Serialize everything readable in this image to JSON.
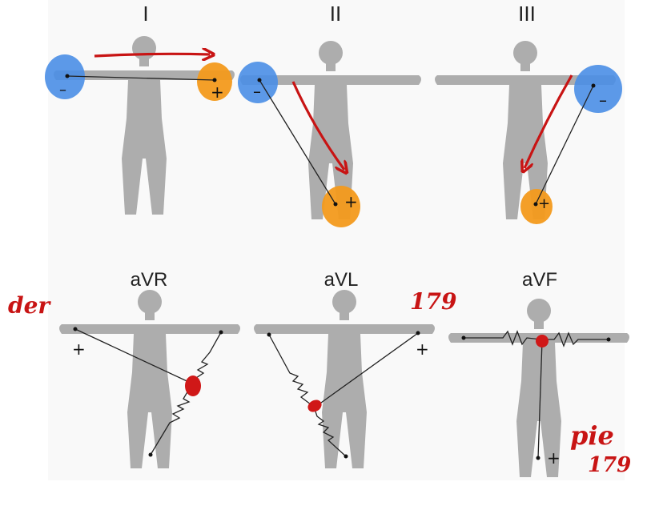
{
  "leads": {
    "lead_1": "I",
    "lead_2": "II",
    "lead_3": "III",
    "avr": "aVR",
    "avl": "aVL",
    "avf": "aVF"
  },
  "signs": {
    "plus": "+",
    "minus": "–"
  },
  "annotations": {
    "left_note": "der",
    "avl_note": "179",
    "avf_note_1": "pie",
    "avf_note_2": "179"
  },
  "colors": {
    "body": "#a9a9a9",
    "negative_electrode": "#4a8ee6",
    "positive_electrode": "#f39a1c",
    "arrow": "#c81414",
    "annotation": "#c81414"
  }
}
